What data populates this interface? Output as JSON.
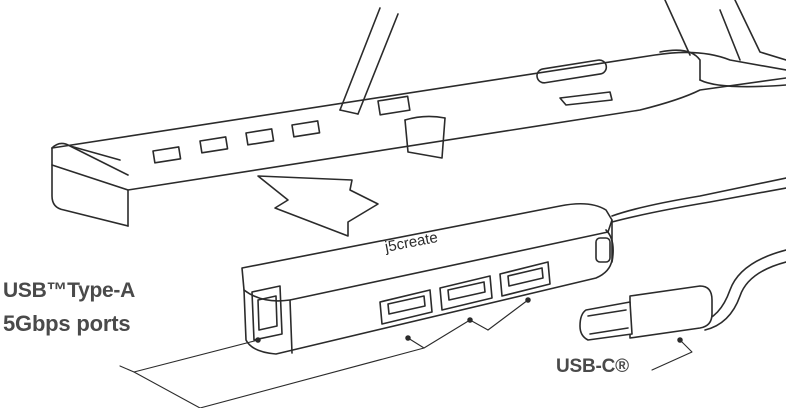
{
  "labels": {
    "type_a_line1": "USB™Type-A",
    "type_a_line2": "5Gbps ports",
    "usb_c": "USB-C®"
  },
  "brand": {
    "logo_text": "j5create"
  },
  "colors": {
    "line": "#2b2b2b",
    "label_text": "#4a4a4a",
    "background": "#ffffff"
  }
}
